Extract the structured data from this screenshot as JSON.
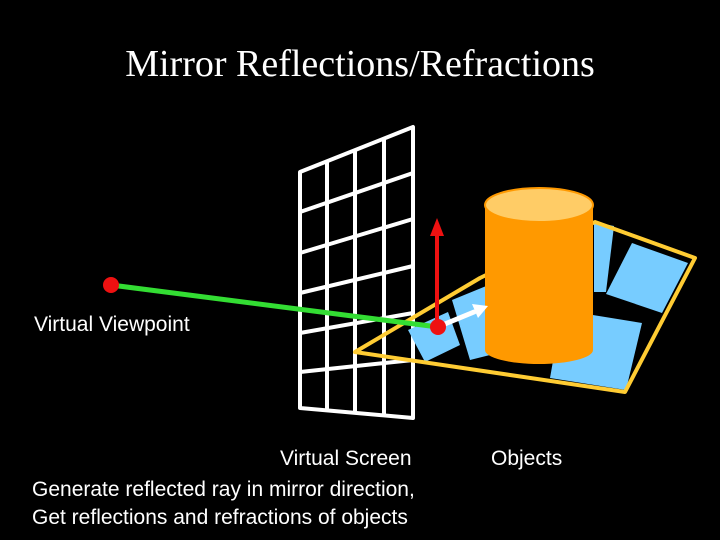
{
  "slide": {
    "title": "Mirror Reflections/Refractions",
    "labels": {
      "viewpoint": "Virtual Viewpoint",
      "screen": "Virtual Screen",
      "objects": "Objects"
    },
    "caption": {
      "line1": "Generate reflected ray in mirror direction,",
      "line2": "Get reflections and refractions of objects"
    }
  },
  "colors": {
    "background": "#000000",
    "text": "#ffffff",
    "grid": "#ffffff",
    "ray": "#33dd33",
    "point": "#ee1111",
    "normal": "#ee1111",
    "reflected_ray": "#ffffff",
    "mirror_outline": "#ffcc33",
    "tiles": "#77ccff",
    "cylinder": "#ff9900",
    "cylinder_top": "#ffcc66"
  }
}
